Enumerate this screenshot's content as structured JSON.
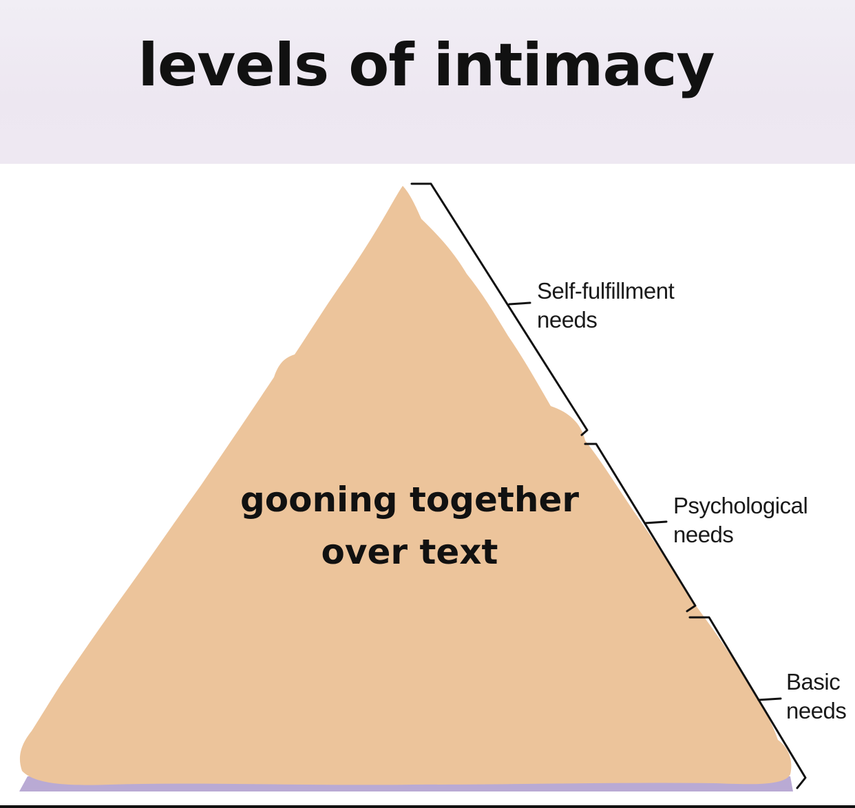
{
  "title": "levels of intimacy",
  "overlay": {
    "line1": "gooning together",
    "line2": "over text"
  },
  "levels": [
    {
      "line1": "Self-fulfillment",
      "line2": "needs"
    },
    {
      "line1": "Psychological",
      "line2": "needs"
    },
    {
      "line1": "Basic",
      "line2": "needs"
    }
  ],
  "colors": {
    "header_band": "#eee8f2",
    "pyramid_fill": "#ecc49b",
    "base_shadow": "#b9aad4",
    "text": "#111111",
    "bracket": "#111111"
  }
}
